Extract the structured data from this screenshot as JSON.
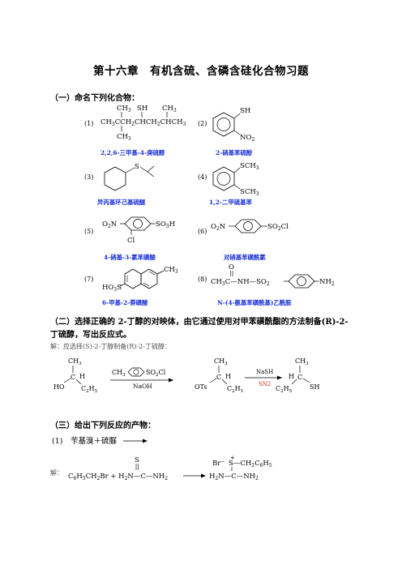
{
  "title": "第十六章　有机含硫、含磷含硅化合物习题",
  "section1": {
    "heading": "（一）命名下列化合物：",
    "items": [
      {
        "num": "(1)",
        "name": "2,2,6-三甲基-4-庚硫醇"
      },
      {
        "num": "(2)",
        "name": "2-硝基苯硫酚"
      },
      {
        "num": "(3)",
        "name": "异丙基环己基硫醚"
      },
      {
        "num": "(4)",
        "name": "1,2-二甲硫基苯"
      },
      {
        "num": "(5)",
        "name": "4-硝基-3-氯苯磺酸"
      },
      {
        "num": "(6)",
        "name": "对硝基苯磺酰氯"
      },
      {
        "num": "(7)",
        "name": "6-甲基-2-萘磺酸"
      },
      {
        "num": "(8)",
        "name": "N-(4-氨基苯磺酰基)乙酰胺"
      }
    ]
  },
  "section2": {
    "heading_line1": "（二）选择正确的 2-丁醇的对映体，由它通过使用对甲苯磺酰酯的方法制备(R)-2-",
    "heading_line2": "丁硫醇，写出反应式。",
    "solution": "解：应选择(S)-2-丁醇制备(R)-2-丁硫醇：",
    "reagent1_bottom": "NaOH",
    "reagent2_top": "NaSH",
    "reagent2_bottom": "SN2"
  },
  "section3": {
    "heading": "（三）给出下列反应的产物：",
    "q1": "(1)　苄基溴＋硫脲",
    "solution_label": "解："
  }
}
